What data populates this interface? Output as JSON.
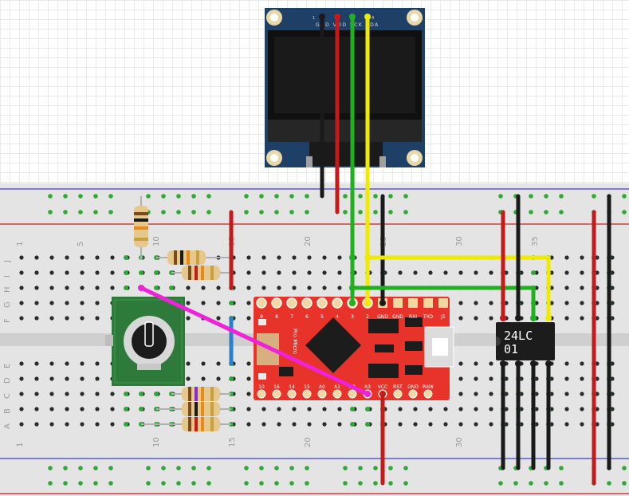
{
  "breadboard": {
    "column_numbers": [
      "1",
      "5",
      "10",
      "15",
      "20",
      "25",
      "30",
      "35"
    ],
    "bottom_column_numbers": [
      "1",
      "10",
      "15",
      "20",
      "30"
    ],
    "row_letters_top": [
      "J",
      "I",
      "H",
      "G",
      "F"
    ],
    "row_letters_bottom": [
      "E",
      "D",
      "C",
      "B",
      "A"
    ]
  },
  "oled": {
    "pin_labels": "GND VDD SCK SDA",
    "pin_number_left": "1",
    "pin_number_right": "4"
  },
  "pro_micro": {
    "name": "Pro Micro",
    "top_pins": [
      "9",
      "8",
      "7",
      "6",
      "5",
      "4",
      "3",
      "2",
      "GND",
      "GND",
      "RXI",
      "TXO",
      "J1"
    ],
    "bottom_pins": [
      "10",
      "16",
      "14",
      "15",
      "A0",
      "A1",
      "A2",
      "A3",
      "VCC",
      "RST",
      "GND",
      "RAW"
    ]
  },
  "eeprom": {
    "line1": "24LC",
    "line2": "01"
  },
  "colors": {
    "breadboard": "#e4e4e4",
    "pro_micro_red": "#e8332b",
    "wire_black": "#1a1a1a",
    "wire_red": "#c41a1a",
    "wire_green": "#20b020",
    "wire_yellow": "#f0ea00",
    "wire_blue": "#2a7fd0",
    "wire_magenta": "#ee22d8",
    "encoder_green": "#2e7a3a",
    "oled_blue": "#1e3f66"
  }
}
